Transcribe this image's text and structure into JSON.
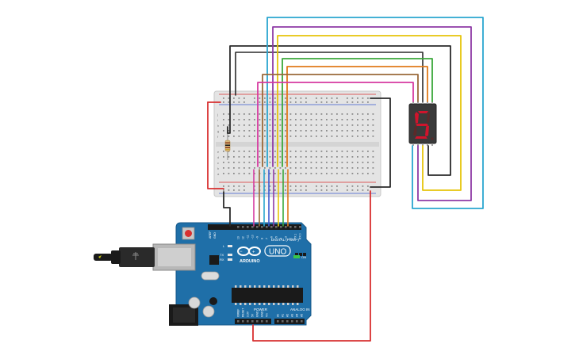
{
  "board": {
    "brand_label": "ARDUINO",
    "model_label": "UNO",
    "digital_header_label": "DIGITAL (PWM~)",
    "power_header_label": "POWER",
    "analog_header_label": "ANALOG IN",
    "on_label": "ON",
    "tx_label": "TX",
    "rx_label": "RX",
    "l_label": "L",
    "aref_label": "AREF",
    "gnd_label": "GND",
    "digital_pins": [
      "13",
      "12",
      "~11",
      "~10",
      "~9",
      "8",
      "7",
      "~6",
      "~5",
      "4",
      "~3",
      "2",
      "TX 1",
      "RX 0"
    ],
    "power_pins": [
      "IOREF",
      "RESET",
      "3.3V",
      "5V",
      "GND",
      "GND",
      "Vin"
    ],
    "analog_pins": [
      "A0",
      "A1",
      "A2",
      "A3",
      "A4",
      "A5"
    ]
  },
  "display": {
    "digit": "5"
  },
  "breadboard": {
    "row_letters_top": [
      "j",
      "i",
      "h",
      "g",
      "f"
    ],
    "row_letters_bottom": [
      "e",
      "d",
      "c",
      "b",
      "a"
    ]
  },
  "colors": {
    "board_blue": "#1f6fa8",
    "breadboard": "#e4e4e4",
    "display_body": "#3a3a3a",
    "segment_on": "#d0142c",
    "segment_off": "#5a2a2a",
    "wire_red": "#d83030",
    "wire_black": "#2a2a2a",
    "wire_cyan": "#2aa6cf",
    "wire_purple": "#8e3aa6",
    "wire_yellow": "#e6c40a",
    "wire_green": "#3aa83a",
    "wire_orange": "#e07a1a",
    "wire_brown": "#9a6a3a",
    "wire_pink": "#d63aa0",
    "wire_blue": "#3a5ad0"
  }
}
